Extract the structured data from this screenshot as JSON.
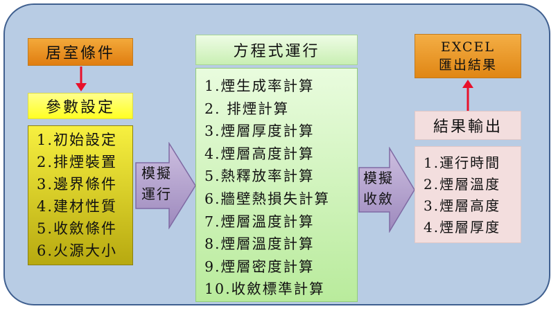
{
  "colors": {
    "panel_bg": "#b8cce4",
    "panel_border": "#3f5f8f",
    "orange": "#e8901f",
    "yellow": "#ffff40",
    "olive_yellow": "#d4c820",
    "light_green": "#d8f5c8",
    "pink": "#f3dede",
    "purple_arrow": "#b9a8d0",
    "red_arrow": "#e8102a"
  },
  "left": {
    "condition_title": "居室條件",
    "param_title": "參數設定",
    "params": [
      "1.初始設定",
      "2.排煙裝置",
      "3.邊界條件",
      "4.建材性質",
      "5.收斂條件",
      "6.火源大小"
    ]
  },
  "arrow1": {
    "line1": "模擬",
    "line2": "運行"
  },
  "middle": {
    "title": "方程式運行",
    "steps": [
      "1.煙生成率計算",
      "2. 排煙計算",
      "3.煙層厚度計算",
      "4.煙層高度計算",
      "5.熱釋放率計算",
      "6.牆壁熱損失計算",
      "7.煙層溫度計算",
      "8.煙層溫度計算",
      "9.煙層密度計算",
      "10.收斂標準計算"
    ]
  },
  "arrow2": {
    "line1": "模擬",
    "line2": "收斂"
  },
  "right": {
    "excel_line1": "EXCEL",
    "excel_line2": "匯出結果",
    "output_title": "結果輸出",
    "outputs": [
      "1.運行時間",
      "2.煙層溫度",
      "3.煙層高度",
      "4.煙層厚度"
    ]
  }
}
